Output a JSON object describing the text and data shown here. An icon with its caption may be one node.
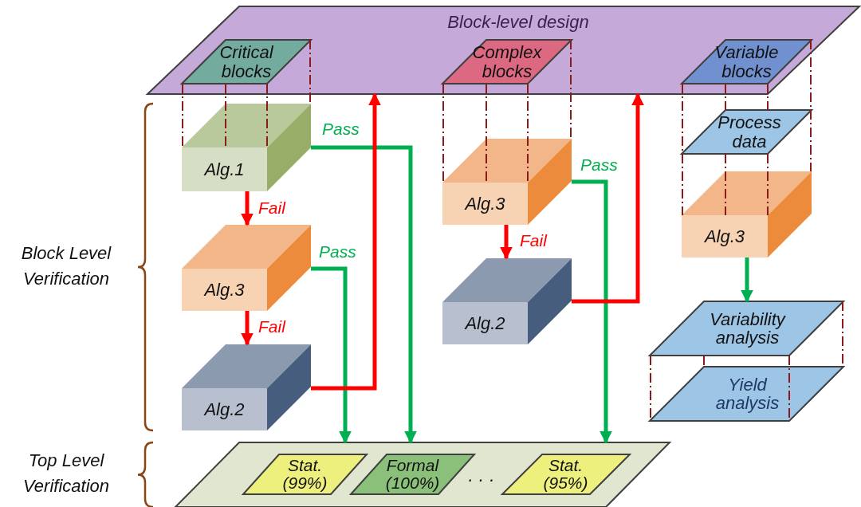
{
  "diagram": {
    "nodes": [
      {
        "text": [
          "Block-level design"
        ]
      },
      {
        "text": [
          "Critical blocks"
        ],
        "in": 0
      },
      {
        "text": [
          "Complex blocks"
        ],
        "in": 0
      },
      {
        "text": [
          "Variable blocks"
        ],
        "in": 0
      },
      {
        "text": [
          "Alg.1"
        ]
      },
      {
        "text": [
          "Alg.3"
        ]
      },
      {
        "text": [
          "Alg.2"
        ]
      },
      {
        "text": [
          "Alg.3"
        ]
      },
      {
        "text": [
          "Alg.2"
        ]
      },
      {
        "text": [
          "Process data"
        ]
      },
      {
        "text": [
          "Alg.3"
        ]
      },
      {
        "text": [
          "Variability analysis"
        ]
      },
      {
        "text": [
          "Yield analysis"
        ]
      },
      {
        "text": [],
        "shape": "parallelogram"
      },
      {
        "text": [
          "Stat. (99%)"
        ],
        "in": 13
      },
      {
        "text": [
          "Formal (100%)"
        ],
        "in": 13
      },
      {
        "text": [
          "Stat. (95%)"
        ],
        "in": 13
      }
    ],
    "edges": [
      {
        "from": 4,
        "to": 13,
        "arrow": "to",
        "label": "Pass",
        "style": "thick",
        "color": "#00b050"
      },
      {
        "from": 4,
        "to": 5,
        "arrow": "to",
        "label": "Fail",
        "style": "thick",
        "color": "#ff0000"
      },
      {
        "from": 5,
        "to": 13,
        "arrow": "to",
        "label": "Pass",
        "style": "thick",
        "color": "#00b050"
      },
      {
        "from": 5,
        "to": 6,
        "arrow": "to",
        "label": "Fail",
        "style": "thick",
        "color": "#ff0000"
      },
      {
        "from": 6,
        "to": 0,
        "arrow": "to",
        "style": "thick",
        "color": "#ff0000"
      },
      {
        "from": 7,
        "to": 13,
        "arrow": "to",
        "label": "Pass",
        "style": "thick",
        "color": "#00b050"
      },
      {
        "from": 7,
        "to": 8,
        "arrow": "to",
        "label": "Fail",
        "style": "thick",
        "color": "#ff0000"
      },
      {
        "from": 8,
        "to": 0,
        "arrow": "to",
        "style": "thick",
        "color": "#ff0000"
      },
      {
        "from": 10,
        "to": 11,
        "arrow": "to",
        "style": "thick",
        "color": "#00b050"
      },
      {
        "from": 1,
        "to": 4,
        "arrow": "none",
        "style": "dashed",
        "color": "#8b1a1a"
      },
      {
        "from": 1,
        "to": 4,
        "arrow": "none",
        "style": "dashed",
        "color": "#8b1a1a"
      },
      {
        "from": 1,
        "to": 4,
        "arrow": "none",
        "style": "dashed",
        "color": "#8b1a1a"
      },
      {
        "from": 1,
        "to": 4,
        "arrow": "none",
        "style": "dashed",
        "color": "#8b1a1a"
      },
      {
        "from": 2,
        "to": 7,
        "arrow": "none",
        "style": "dashed",
        "color": "#8b1a1a"
      },
      {
        "from": 2,
        "to": 7,
        "arrow": "none",
        "style": "dashed",
        "color": "#8b1a1a"
      },
      {
        "from": 2,
        "to": 7,
        "arrow": "none",
        "style": "dashed",
        "color": "#8b1a1a"
      },
      {
        "from": 2,
        "to": 7,
        "arrow": "none",
        "style": "dashed",
        "color": "#8b1a1a"
      },
      {
        "from": 3,
        "to": 9,
        "arrow": "none",
        "style": "dashed",
        "color": "#8b1a1a"
      },
      {
        "from": 3,
        "to": 9,
        "arrow": "none",
        "style": "dashed",
        "color": "#8b1a1a"
      },
      {
        "from": 3,
        "to": 9,
        "arrow": "none",
        "style": "dashed",
        "color": "#8b1a1a"
      },
      {
        "from": 3,
        "to": 9,
        "arrow": "none",
        "style": "dashed",
        "color": "#8b1a1a"
      },
      {
        "from": 9,
        "to": 10,
        "arrow": "none",
        "style": "dashed",
        "color": "#8b1a1a"
      },
      {
        "from": 9,
        "to": 10,
        "arrow": "none",
        "style": "dashed",
        "color": "#8b1a1a"
      },
      {
        "from": 9,
        "to": 10,
        "arrow": "none",
        "style": "dashed",
        "color": "#8b1a1a"
      },
      {
        "from": 9,
        "to": 10,
        "arrow": "none",
        "style": "dashed",
        "color": "#8b1a1a"
      },
      {
        "from": 11,
        "to": 12,
        "arrow": "none",
        "style": "dashed",
        "color": "#8b1a1a"
      },
      {
        "from": 11,
        "to": 12,
        "arrow": "none",
        "style": "dashed",
        "color": "#8b1a1a"
      },
      {
        "from": 11,
        "to": 12,
        "arrow": "none",
        "style": "dashed",
        "color": "#8b1a1a"
      },
      {
        "from": 11,
        "to": 12,
        "arrow": "none",
        "style": "dashed",
        "color": "#8b1a1a"
      }
    ],
    "labels": [
      "Block Level Verification",
      "Top Level Verification",
      "· · ·"
    ]
  }
}
